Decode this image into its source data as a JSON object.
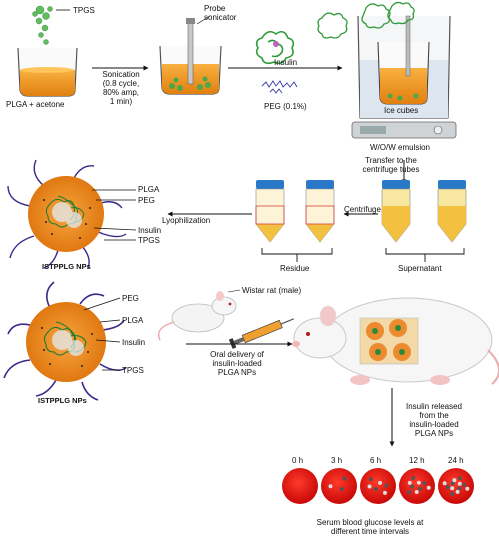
{
  "step1": {
    "tpgs": "TPGS",
    "plga_acetone": "PLGA + acetone",
    "sonication": "Sonication\n(0.8 cycle,\n80% amp,\n1 min)",
    "probe": "Probe\nsonicator"
  },
  "step2": {
    "insulin": "Insulin",
    "peg": "PEG (0.1%)",
    "ice": "Ice cubes",
    "emulsion": "W/O/W emulsion",
    "transfer": "Transfer to the\ncentrifuge tubes"
  },
  "step3": {
    "plga": "PLGA",
    "peg": "PEG",
    "insulin": "Insulin",
    "tpgs": "TPGS",
    "lyophilization": "Lyophilization",
    "centrifuge": "Centrifuge",
    "np_name": "ISTPPLG NPs",
    "residue": "Residue",
    "supernatant": "Supernatant"
  },
  "step4": {
    "peg": "PEG",
    "plga": "PLGA",
    "insulin": "Insulin",
    "tpgs": "TPGS",
    "np_name": "ISTPPLG NPs",
    "rat": "Wistar rat (male)",
    "oral": "Oral delivery of\ninsulin-loaded\nPLGA NPs",
    "released": "Insulin released\nfrom the\ninsulin-loaded\nPLGA NPs"
  },
  "timeline": {
    "points": [
      {
        "label": "0 h",
        "particles": 0
      },
      {
        "label": "3 h",
        "particles": 1
      },
      {
        "label": "6 h",
        "particles": 2
      },
      {
        "label": "12 h",
        "particles": 3
      },
      {
        "label": "24 h",
        "particles": 4
      }
    ],
    "caption": "Serum blood glucose levels at\ndifferent time intervals"
  },
  "colors": {
    "orange": "#f0a030",
    "red": "#e01010",
    "purple": "#3a2a8a",
    "green": "#3aa83a",
    "dark": "#222222"
  }
}
